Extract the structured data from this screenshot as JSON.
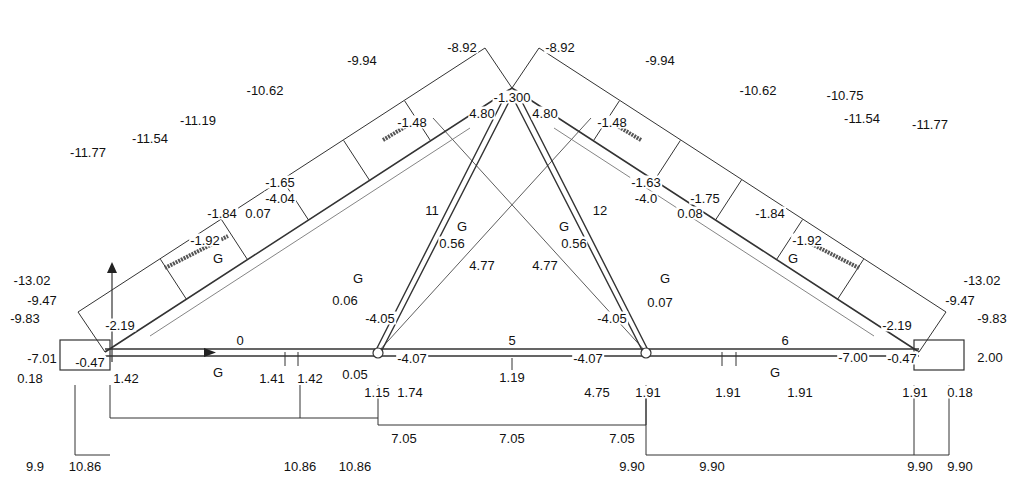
{
  "diagram": {
    "labels": [
      "-8.92",
      "-8.92",
      "-9.94",
      "-9.94",
      "-1.300",
      "4.80",
      "4.80",
      "-10.62",
      "-10.62",
      "-10.75",
      "-11.19",
      "-11.54",
      "-11.77",
      "-11.54",
      "-11.77",
      "-1.48",
      "-1.48",
      "-1.65",
      "-4.04",
      "0.07",
      "-1.84",
      "-1.92",
      "G",
      "-1.63",
      "-4.0",
      "-1.75",
      "0.08",
      "-1.84",
      "-1.92",
      "G",
      "11",
      "12",
      "G",
      "G",
      "0.56",
      "0.56",
      "4.77",
      "4.77",
      "G",
      "G",
      "0.06",
      "0.07",
      "-4.05",
      "-4.05",
      "-13.02",
      "-9.47",
      "-9.83",
      "-2.19",
      "0",
      "-7.01",
      "-0.47",
      "G",
      "0.18",
      "1.42",
      "1.41",
      "1.42",
      "0.05",
      "-4.07",
      "5",
      "1.19",
      "-4.07",
      "1.15",
      "1.74",
      "4.75",
      "1.91",
      "6",
      "G",
      "-2.19",
      "-13.02",
      "-9.47",
      "-9.83",
      "-7.00",
      "-0.47",
      "2.00",
      "1.91",
      "1.91",
      "1.91",
      "0.18",
      "7.05",
      "7.05",
      "7.05",
      "9.9",
      "10.86",
      "10.86",
      "10.86",
      "9.90",
      "9.90",
      "9.90",
      "9.90"
    ]
  }
}
